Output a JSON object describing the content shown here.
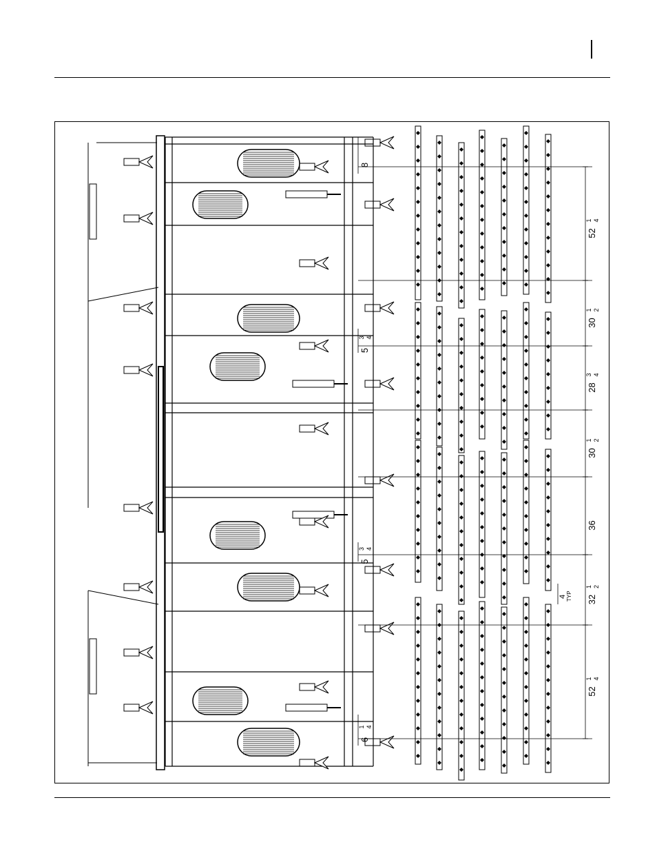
{
  "page": {
    "header_rule": true,
    "footer_rule": true,
    "corner_mark": true
  },
  "diagram": {
    "type": "engineering-drawing",
    "orientation": "rotated-90",
    "row_spacing_dimensions": [
      {
        "whole": "52",
        "num": "1",
        "den": "4"
      },
      {
        "whole": "30",
        "num": "1",
        "den": "2"
      },
      {
        "whole": "28",
        "num": "3",
        "den": "4"
      },
      {
        "whole": "30",
        "num": "1",
        "den": "2"
      },
      {
        "whole": "36",
        "num": "",
        "den": ""
      },
      {
        "whole": "32",
        "num": "1",
        "den": "2"
      },
      {
        "whole": "52",
        "num": "1",
        "den": "4"
      }
    ],
    "offset_dimensions": [
      {
        "whole": "8",
        "num": "",
        "den": ""
      },
      {
        "whole": "5",
        "num": "3",
        "den": "4"
      },
      {
        "whole": "5",
        "num": "3",
        "den": "4"
      },
      {
        "whole": "6",
        "num": "1",
        "den": "4"
      }
    ],
    "typ_dimension": {
      "value": "4",
      "note": "TYP"
    },
    "harrow_columns": 7,
    "colors": {
      "line": "#000000",
      "background": "#ffffff"
    }
  }
}
